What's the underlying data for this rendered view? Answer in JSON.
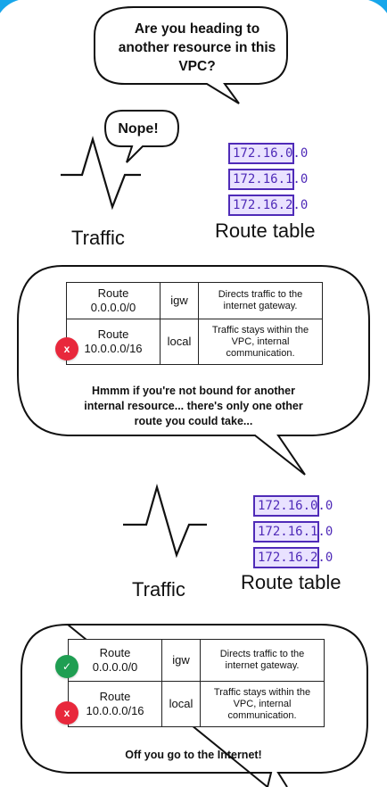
{
  "colors": {
    "accent_blue": "#17a6ea",
    "ip_purple": "#4f2bb8",
    "badge_red": "#e8283c",
    "badge_green": "#1f9e52"
  },
  "panel1": {
    "question": "Are you heading to another resource in this VPC?",
    "answer": "Nope!",
    "traffic_label": "Traffic",
    "route_table_label": "Route table",
    "ips": [
      "172.16.0.0",
      "172.16.1.0",
      "172.16.2.0"
    ]
  },
  "panel2": {
    "rows": [
      {
        "route": "Route",
        "cidr": "0.0.0.0/0",
        "target": "igw",
        "desc": "Directs traffic to the internet gateway.",
        "status": ""
      },
      {
        "route": "Route",
        "cidr": "10.0.0.0/16",
        "target": "local",
        "desc": "Traffic stays within the VPC, internal communication.",
        "status": "x"
      }
    ],
    "message": "Hmmm if you're not bound for another internal resource... there's only one other route you could take...",
    "traffic_label": "Traffic",
    "route_table_label": "Route table",
    "ips": [
      "172.16.0.0",
      "172.16.1.0",
      "172.16.2.0"
    ]
  },
  "panel3": {
    "rows": [
      {
        "route": "Route",
        "cidr": "0.0.0.0/0",
        "target": "igw",
        "desc": "Directs traffic to the internet gateway.",
        "status": "check"
      },
      {
        "route": "Route",
        "cidr": "10.0.0.0/16",
        "target": "local",
        "desc": "Traffic stays within the VPC, internal communication.",
        "status": "x"
      }
    ],
    "message": "Off you go to the Internet!"
  },
  "badge_icons": {
    "x": "x",
    "check": "✓"
  }
}
